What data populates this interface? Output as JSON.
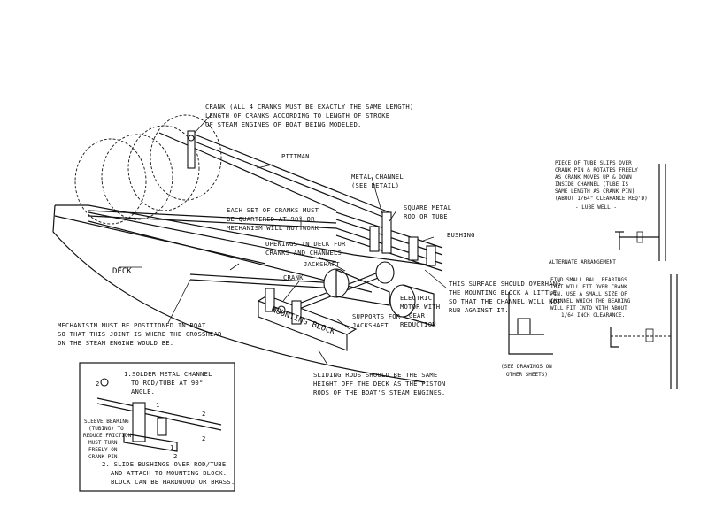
{
  "labels": {
    "crank_note_1": "CRANK (ALL 4 CRANKS MUST BE EXACTLY THE SAME LENGTH)",
    "crank_note_2": "LENGTH OF CRANKS ACCORDING TO LENGTH OF STROKE",
    "crank_note_3": "OF STEAM ENGINES OF BOAT BEING MODELED.",
    "pittman": "PITTMAN",
    "metal_channel_1": "METAL CHANNEL",
    "metal_channel_2": "(SEE DETAIL)",
    "square_metal_1": "SQUARE METAL",
    "square_metal_2": "ROD OR TUBE",
    "bushing": "BUSHING",
    "quartered_1": "EACH SET OF CRANKS MUST",
    "quartered_2": "BE QUARTERED AT 90° OR",
    "quartered_3": "MECHANISM WILL NOT WORK",
    "openings_1": "OPENINGS IN DECK FOR",
    "openings_2": "CRANKS AND CHANNELS",
    "jackshaft": "JACKSHAFT",
    "crank": "CRANK",
    "deck": "DECK",
    "mounting_block": "MOUNTING BLOCK",
    "supports_1": "SUPPORTS FOR",
    "supports_2": "JACKSHAFT",
    "motor_1": "ELECTRIC",
    "motor_2": "MOTOR WITH",
    "motor_3": "GEAR",
    "motor_4": "REDUCTION",
    "overhang_1": "THIS SURFACE SHOULD OVERHANG",
    "overhang_2": "THE MOUNTING BLOCK A LITTLE",
    "overhang_3": "SO THAT THE CHANNEL WILL NOT",
    "overhang_4": "RUB AGAINST IT.",
    "position_1": "MECHANISIM MUST BE POSITIONED IN BOAT",
    "position_2": "SO THAT THIS JOINT IS WHERE THE CROSSHEAD",
    "position_3": "ON THE STEAM ENGINE WOULD BE.",
    "sliding_1": "SLIDING RODS SHOULD BE THE SAME",
    "sliding_2": "HEIGHT OFF THE DECK AS THE PISTON",
    "sliding_3": "RODS OF THE BOAT'S STEAM ENGINES.",
    "see_drawings_1": "(SEE DRAWINGS ON",
    "see_drawings_2": "OTHER SHEETS)",
    "tube_note_1": "PIECE OF TUBE SLIPS OVER",
    "tube_note_2": "CRANK PIN & ROTATES FREELY",
    "tube_note_3": "AS CRANK MOVES UP & DOWN",
    "tube_note_4": "INSIDE CHANNEL (TUBE IS",
    "tube_note_5": "SAME LENGTH AS CRANK PIN)",
    "tube_note_6": "(ABOUT 1/64\" CLEARANCE REQ'D)",
    "lube_well": "- LUBE WELL -",
    "alternate": "ALTERNATE ARRANGEMENT",
    "ball_1": "FIND SMALL BALL BEARINGS",
    "ball_2": "THAT WILL FIT OVER CRANK",
    "ball_3": "PIN. USE A SMALL SIZE OF",
    "ball_4": "CHANNEL WHICH THE BEARING",
    "ball_5": "WILL FIT INTO WITH ABOUT",
    "ball_6": "1/64 INCH CLEARANCE.",
    "detail_1": "1.SOLDER METAL CHANNEL",
    "detail_2": "TO ROD/TUBE AT 90°",
    "detail_3": "ANGLE.",
    "sleeve_1": "SLEEVE BEARING",
    "sleeve_2": "(TUBING) TO",
    "sleeve_3": "REDUCE FRICTION",
    "sleeve_4": "MUST TURN",
    "sleeve_5": "FREELY ON",
    "sleeve_6": "CRANK PIN.",
    "slide_1": "2. SLIDE BUSHINGS OVER ROD/TUBE",
    "slide_2": "AND ATTACH TO MOUNTING BLOCK.",
    "slide_3": "BLOCK CAN BE HARDWOOD OR BRASS.",
    "num_1a": "1",
    "num_1b": "1",
    "num_2a": "2",
    "num_2b": "2",
    "num_2c": "2",
    "num_2d": "2"
  }
}
